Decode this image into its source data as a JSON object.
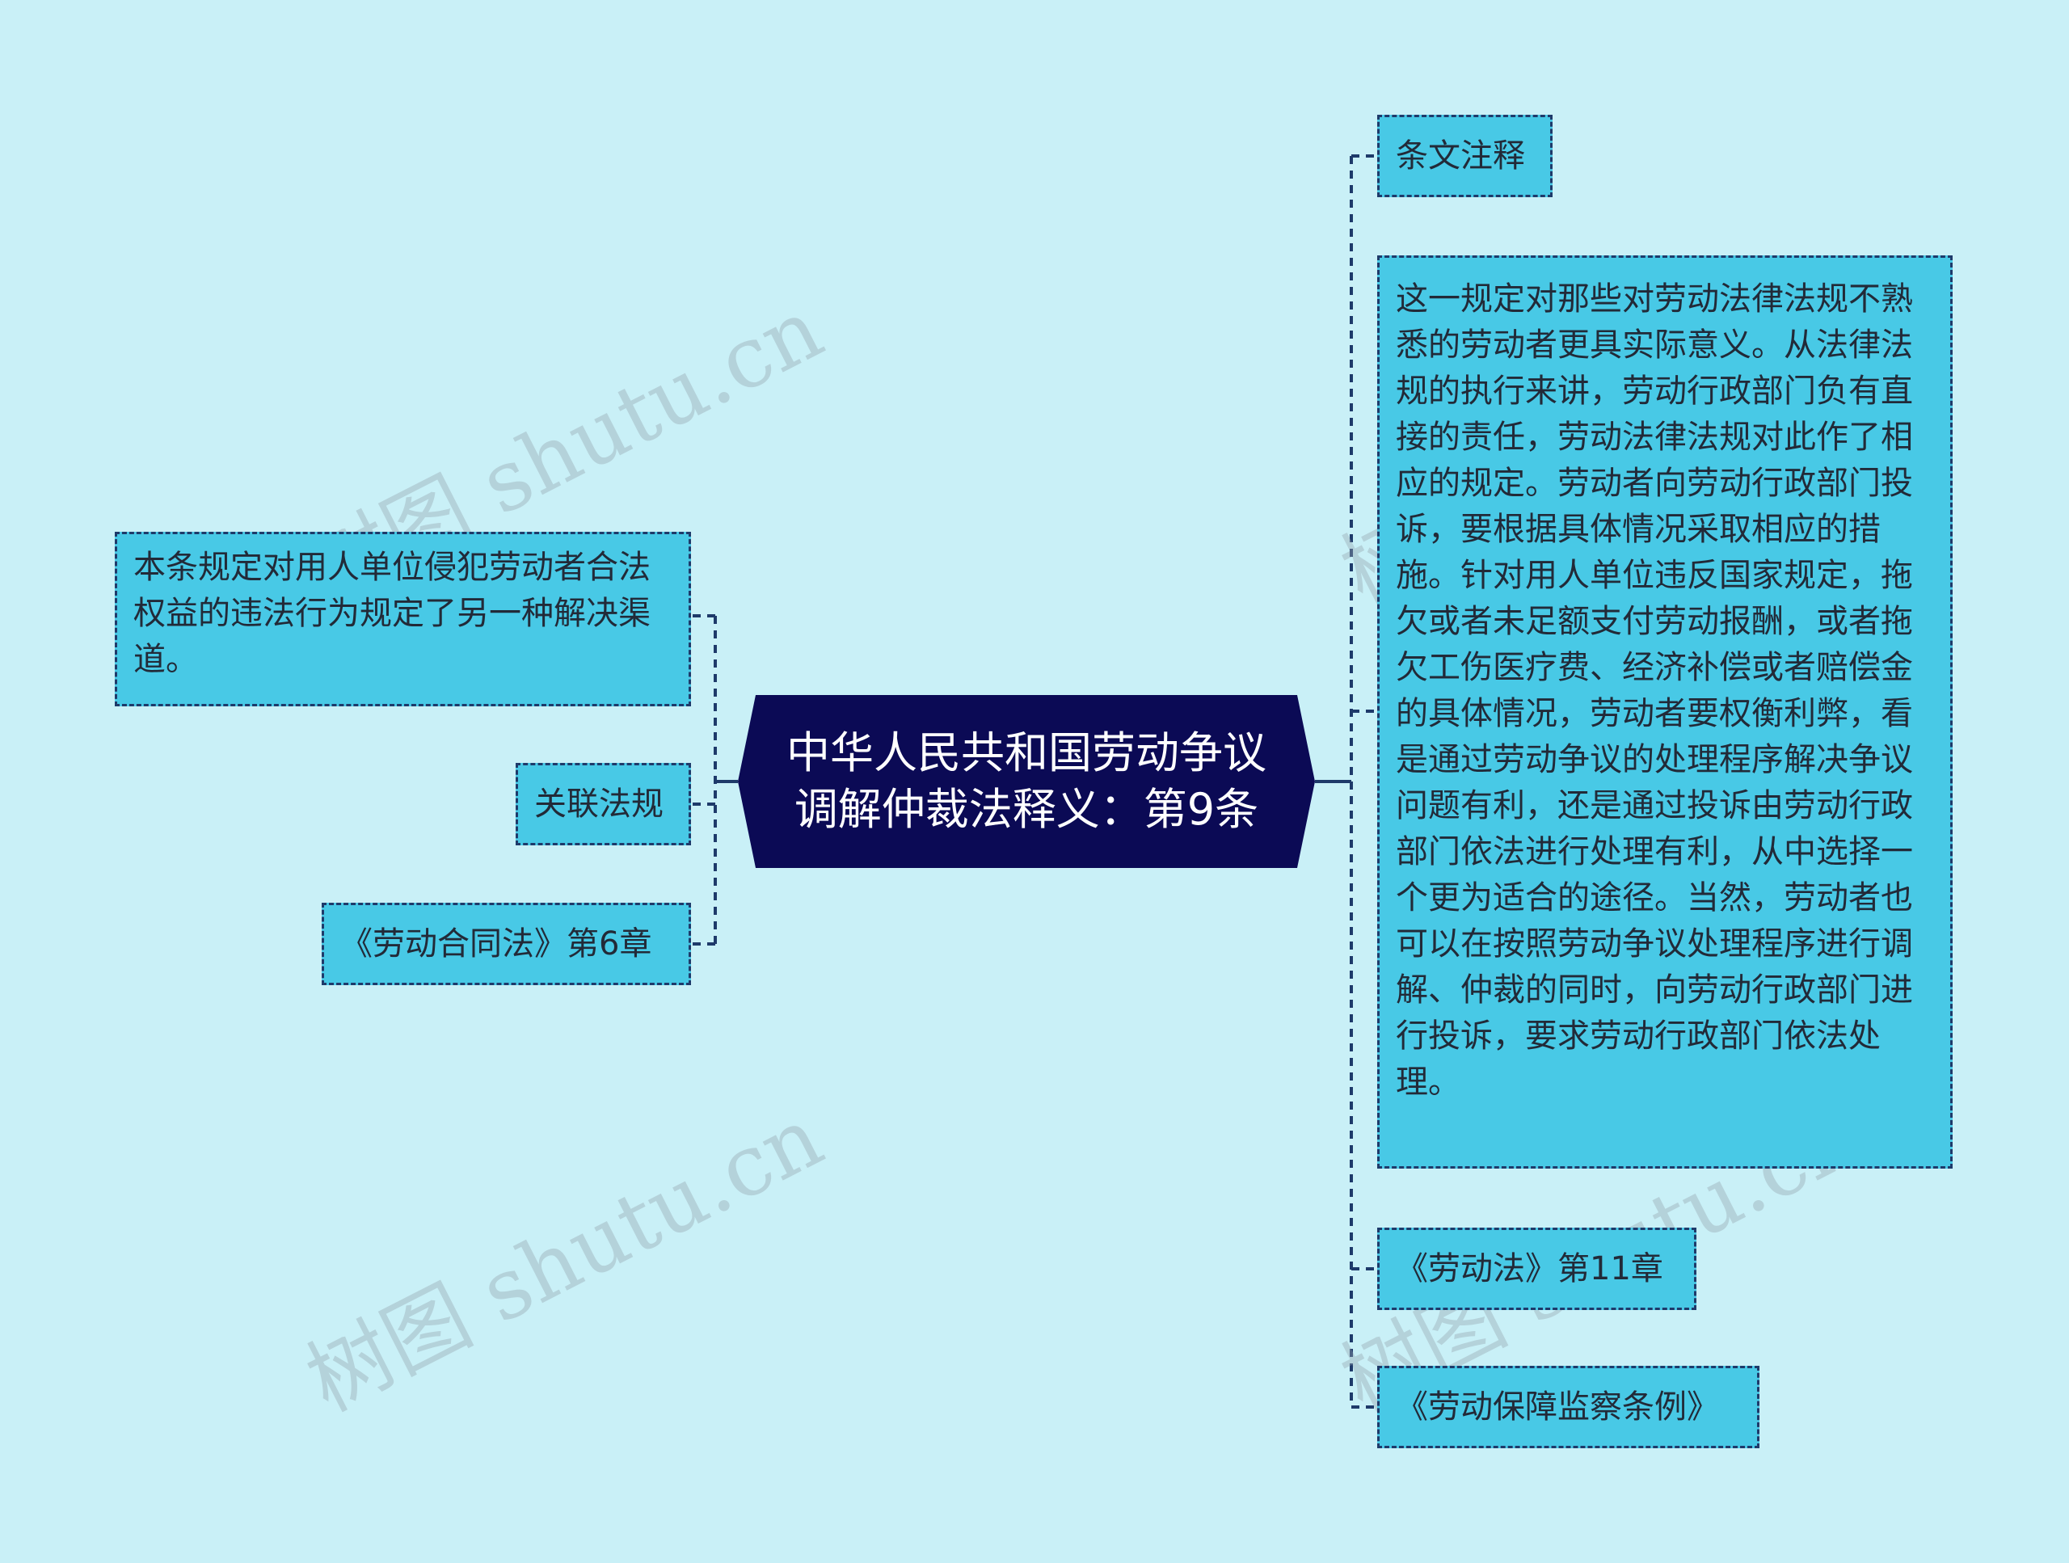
{
  "root": {
    "title": "中华人民共和国劳动争议调解仲裁法释义：第9条"
  },
  "left_nodes": [
    {
      "text": "本条规定对用人单位侵犯劳动者合法权益的违法行为规定了另一种解决渠道。"
    },
    {
      "text": "关联法规"
    },
    {
      "text": "《劳动合同法》第6章"
    }
  ],
  "right_nodes": [
    {
      "text": "条文注释"
    },
    {
      "text": "这一规定对那些对劳动法律法规不熟悉的劳动者更具实际意义。从法律法规的执行来讲，劳动行政部门负有直接的责任，劳动法律法规对此作了相应的规定。劳动者向劳动行政部门投诉，要根据具体情况采取相应的措施。针对用人单位违反国家规定，拖欠或者未足额支付劳动报酬，或者拖欠工伤医疗费、经济补偿或者赔偿金的具体情况，劳动者要权衡利弊，看是通过劳动争议的处理程序解决争议问题有利，还是通过投诉由劳动行政部门依法进行处理有利，从中选择一个更为适合的途径。当然，劳动者也可以在按照劳动争议处理程序进行调解、仲裁的同时，向劳动行政部门进行投诉，要求劳动行政部门依法处理。"
    },
    {
      "text": "《劳动法》第11章"
    },
    {
      "text": "《劳动保障监察条例》"
    }
  ],
  "watermark": {
    "text": "树图 shutu.cn"
  },
  "colors": {
    "background": "#c9f0f7",
    "root_fill": "#0b0a55",
    "node_fill": "#48c9e6",
    "connector": "#1e3a6a"
  }
}
